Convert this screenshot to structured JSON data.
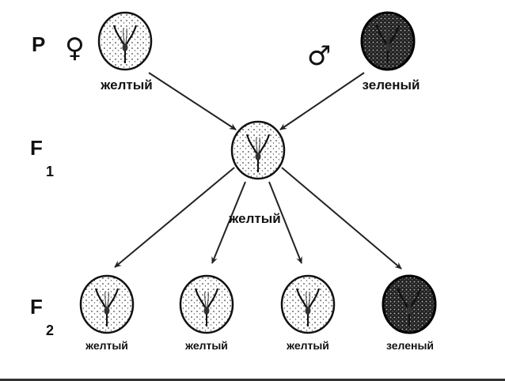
{
  "generations": {
    "p": {
      "label": "P",
      "sub": ""
    },
    "f1": {
      "label": "F",
      "sub": "1"
    },
    "f2": {
      "label": "F",
      "sub": "2"
    }
  },
  "symbols": {
    "female": "♀",
    "male": "♂"
  },
  "parents": [
    {
      "label": "желтый",
      "color": "yellow"
    },
    {
      "label": "зеленый",
      "color": "green"
    }
  ],
  "f1": {
    "label": "желтый",
    "color": "yellow"
  },
  "f2": [
    {
      "label": "желтый",
      "color": "yellow"
    },
    {
      "label": "желтый",
      "color": "yellow"
    },
    {
      "label": "желтый",
      "color": "yellow"
    },
    {
      "label": "зеленый",
      "color": "green"
    }
  ]
}
